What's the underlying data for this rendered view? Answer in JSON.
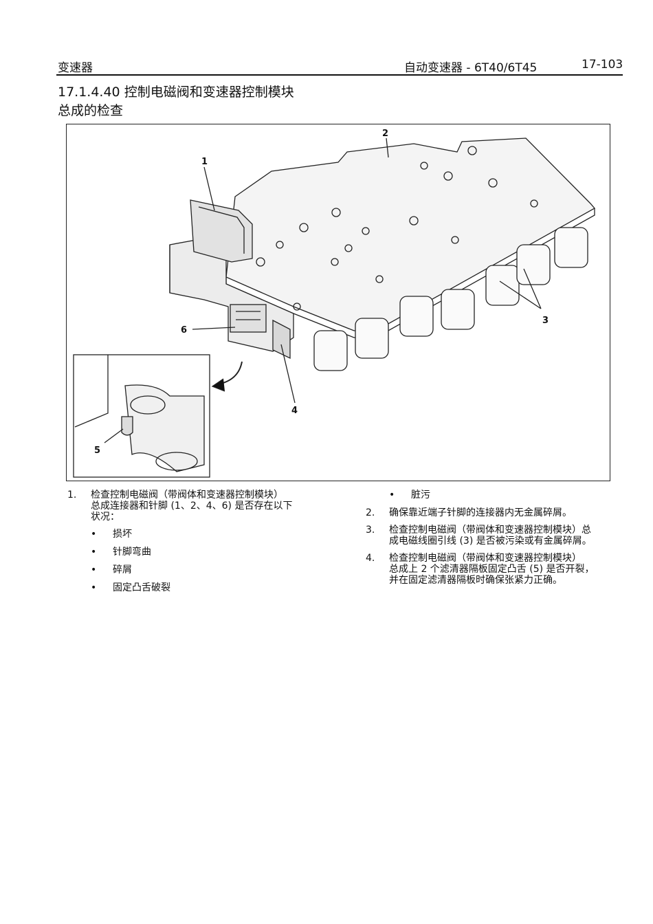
{
  "header": {
    "left": "变速器",
    "right": "自动变速器 - 6T40/6T45",
    "page": "17-103"
  },
  "section": {
    "title_line1": "17.1.4.40 控制电磁阀和变速器控制模块",
    "title_line2": "总成的检查"
  },
  "figure": {
    "callouts": [
      "1",
      "2",
      "3",
      "4",
      "5",
      "6"
    ]
  },
  "steps": {
    "s1_num": "1.",
    "s1_line1": "检查控制电磁阀（带阀体和变速器控制模块）",
    "s1_line2": "总成连接器和针脚 (1、2、4、6) 是否存在以下",
    "s1_line3": "状况：",
    "bullets": [
      "损坏",
      "针脚弯曲",
      "碎屑",
      "固定凸舌破裂",
      "脏污"
    ],
    "s2_num": "2.",
    "s2_line1": "确保靠近端子针脚的连接器内无金属碎屑。",
    "s3_num": "3.",
    "s3_line1": "检查控制电磁阀（带阀体和变速器控制模块）总",
    "s3_line2": "成电磁线圈引线 (3) 是否被污染或有金属碎屑。",
    "s4_num": "4.",
    "s4_line1": "检查控制电磁阀（带阀体和变速器控制模块）",
    "s4_line2": "总成上 2 个滤清器隔板固定凸舌 (5) 是否开裂，",
    "s4_line3": "并在固定滤清器隔板时确保张紧力正确。"
  }
}
